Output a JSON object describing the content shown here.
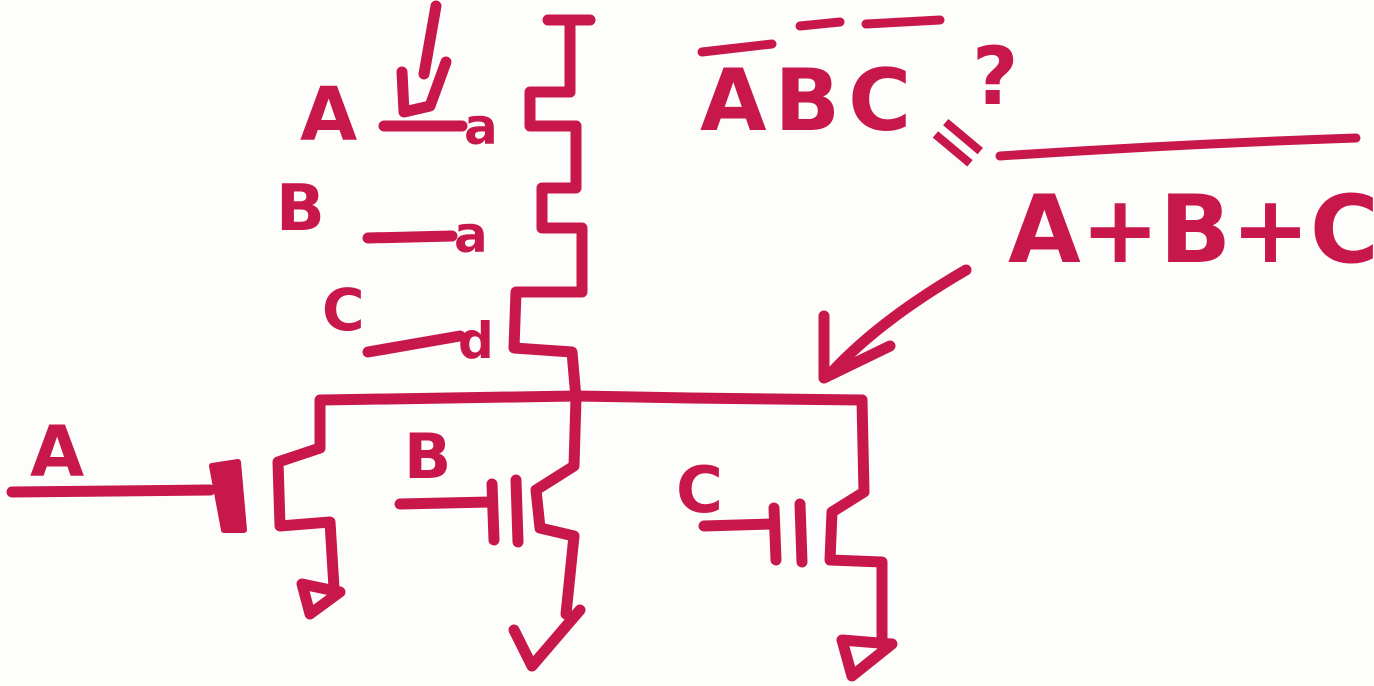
{
  "diagram": {
    "ink_color": "#c8174a",
    "background": "#fdfdfb",
    "pullup_labels": {
      "a": "A",
      "b": "B",
      "c": "C"
    },
    "gate_marks": {
      "a": "a",
      "b": "a",
      "c": "d"
    },
    "pulldown_labels": {
      "a": "A",
      "b": "B",
      "c": "C"
    },
    "question": {
      "bars": "ABC",
      "mark": "?",
      "equals": "=",
      "expression": "A+B+C"
    }
  }
}
